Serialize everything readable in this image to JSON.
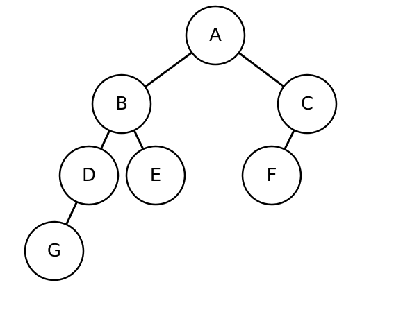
{
  "diagram": {
    "type": "binary-tree",
    "colors": {
      "node_fill": "#ffffff",
      "node_stroke": "#000000",
      "edge_stroke": "#000000",
      "label": "#000000"
    },
    "nodes": [
      {
        "id": "A",
        "label": "A"
      },
      {
        "id": "B",
        "label": "B"
      },
      {
        "id": "C",
        "label": "C"
      },
      {
        "id": "D",
        "label": "D"
      },
      {
        "id": "E",
        "label": "E"
      },
      {
        "id": "F",
        "label": "F"
      },
      {
        "id": "G",
        "label": "G"
      }
    ],
    "edges": [
      {
        "from": "A",
        "to": "B"
      },
      {
        "from": "A",
        "to": "C"
      },
      {
        "from": "B",
        "to": "D"
      },
      {
        "from": "B",
        "to": "E"
      },
      {
        "from": "C",
        "to": "F"
      },
      {
        "from": "D",
        "to": "G"
      }
    ]
  }
}
